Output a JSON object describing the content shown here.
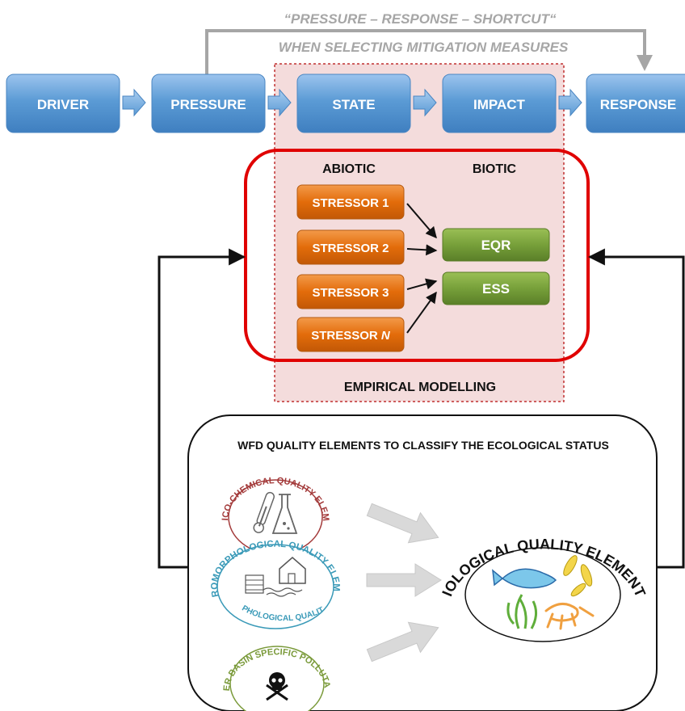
{
  "shortcut": {
    "title": "“PRESSURE – RESPONSE – SHORTCUT“",
    "subtitle": "WHEN SELECTING MITIGATION MEASURES"
  },
  "chain": [
    "DRIVER",
    "PRESSURE",
    "STATE",
    "IMPACT",
    "RESPONSE"
  ],
  "model": {
    "abiotic_label": "ABIOTIC",
    "biotic_label": "BIOTIC",
    "stressors": [
      "STRESSOR 1",
      "STRESSOR 2",
      "STRESSOR 3"
    ],
    "stressor_n_prefix": "STRESSOR ",
    "stressor_n_var": "N",
    "outcomes": [
      "EQR",
      "ESS"
    ],
    "footer": "EMPIRICAL MODELLING"
  },
  "wfd": {
    "title": "WFD QUALITY ELEMENTS TO CLASSIFY THE ECOLOGICAL STATUS",
    "physico": "PHYSICO-CHEMICAL QUALITY ELEMENTS",
    "hydro_top": "HYDROMORPHOLOGICAL QUALITY ELEMENTS",
    "hydro_bottom": "HYDROMORPHOLOGICAL QUALITY ELEMENTS",
    "pollutants": "RIVER BASIN SPECIFIC POLLUTANTS",
    "biological": "BIOLOGICAL QUALITY ELEMENTS"
  },
  "colors": {
    "blue_box": "#5b9bd5",
    "orange": "#e36c0a",
    "green": "#6a8e2e",
    "red_frame": "#e00000",
    "pink_bg": "#f4dcdc",
    "gray_text": "#a6a6a6",
    "physico": "#a33a3a",
    "hydro": "#3a9ab8",
    "pollutants": "#7a9a3a"
  }
}
